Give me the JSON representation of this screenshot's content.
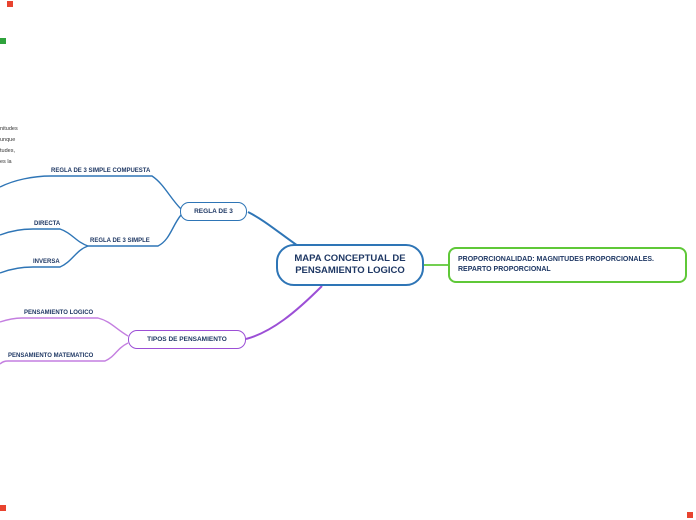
{
  "colors": {
    "blue_branch": "#2E75B6",
    "green_branch": "#5FC838",
    "purple_branch": "#9C4FD6",
    "pink_branch": "#C47FE0",
    "text_navy": "#1F3864",
    "marker_red": "#E8432F",
    "marker_green": "#2FA33C"
  },
  "center_node": {
    "line1": "MAPA CONCEPTUAL DE",
    "line2": "PENSAMIENTO LOGICO"
  },
  "proportionality_node": {
    "line1": "PROPORCIONALIDAD: MAGNITUDES PROPORCIONALES.",
    "line2": "REPARTO PROPORCIONAL"
  },
  "regla_branch": {
    "label": "REGLA DE 3",
    "compuesta": "REGLA DE 3 SIMPLE COMPUESTA",
    "simple": "REGLA DE 3 SIMPLE",
    "directa": "DIRECTA",
    "inversa": "INVERSA"
  },
  "tipos_branch": {
    "label": "TIPOS DE PENSAMIENTO",
    "logico": "PENSAMIENTO LOGICO",
    "matematico": "PENSAMIENTO MATEMATICO"
  },
  "clipped_note": {
    "lines": [
      "nitudes",
      "unque",
      "tudes,",
      "es la"
    ]
  }
}
